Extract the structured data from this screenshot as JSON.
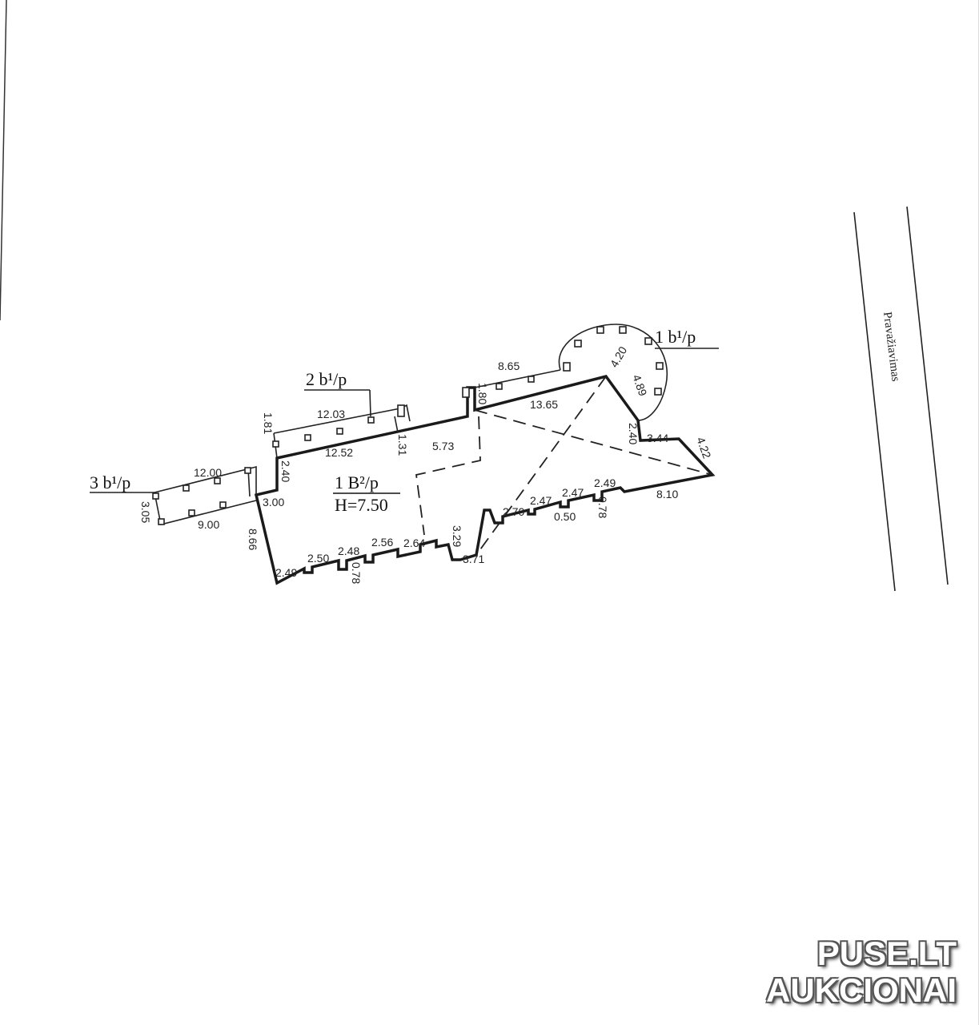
{
  "road_label": "Pravažiavimas",
  "main_building": {
    "label": "1 B²/p",
    "height_label": "H=7.50"
  },
  "annex_labels": [
    {
      "id": "b1",
      "text": "1 b¹/p"
    },
    {
      "id": "b2",
      "text": "2 b¹/p"
    },
    {
      "id": "b3",
      "text": "3 b¹/p"
    }
  ],
  "dimensions": [
    "8.65",
    "4.20",
    "4.89",
    "13.65",
    "1.80",
    "12.03",
    "1.81",
    "12.52",
    "1.31",
    "5.73",
    "2.40",
    "3.44",
    "4.22",
    "12.00",
    "2.40",
    "3.05",
    "9.00",
    "3.00",
    "8.66",
    "2.70",
    "2.47",
    "2.47",
    "2.49",
    "0.50",
    "0.78",
    "8.10",
    "2.49",
    "2.50",
    "2.48",
    "2.56",
    "2.64",
    "0.78",
    "3.29",
    "3.71"
  ],
  "watermark": {
    "line1": "PUSE.LT",
    "line2": "AUKCIONAI"
  }
}
